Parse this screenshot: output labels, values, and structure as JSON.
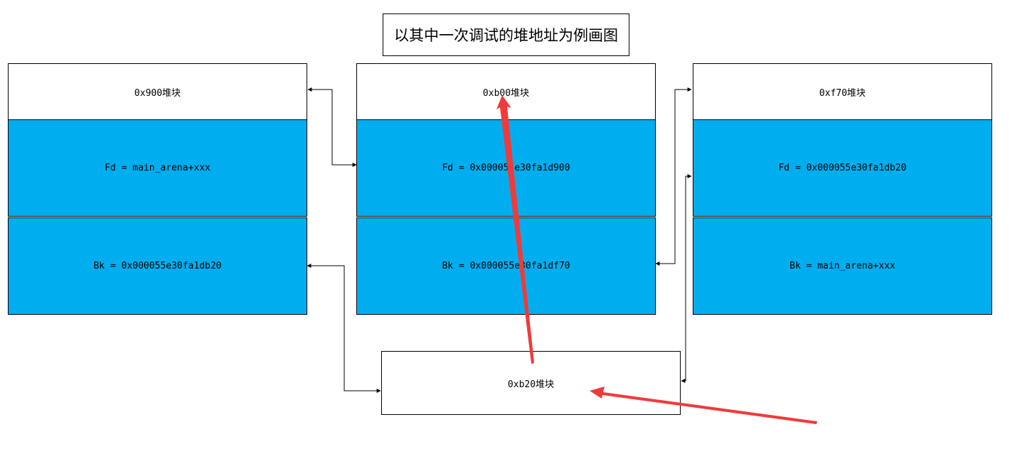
{
  "title": "以其中一次调试的堆地址为例画图",
  "chunks": {
    "left": {
      "header": "0x900堆块",
      "fd": "Fd = main_arena+xxx",
      "bk": "Bk = 0x000055e30fa1db20"
    },
    "middle": {
      "header": "0xb00堆块",
      "fd": "Fd = 0x000055e30fa1d900",
      "bk": "Bk = 0x000055e30fa1df70"
    },
    "right": {
      "header": "0xf70堆块",
      "fd": "Fd = 0x000055e30fa1db20",
      "bk": "Bk = main_arena+xxx"
    },
    "bottom": {
      "header": "0xb20堆块"
    }
  },
  "colors": {
    "field_fill": "#00aeef",
    "annotation_arrow": "#ef3b3b",
    "connector": "#000000"
  }
}
